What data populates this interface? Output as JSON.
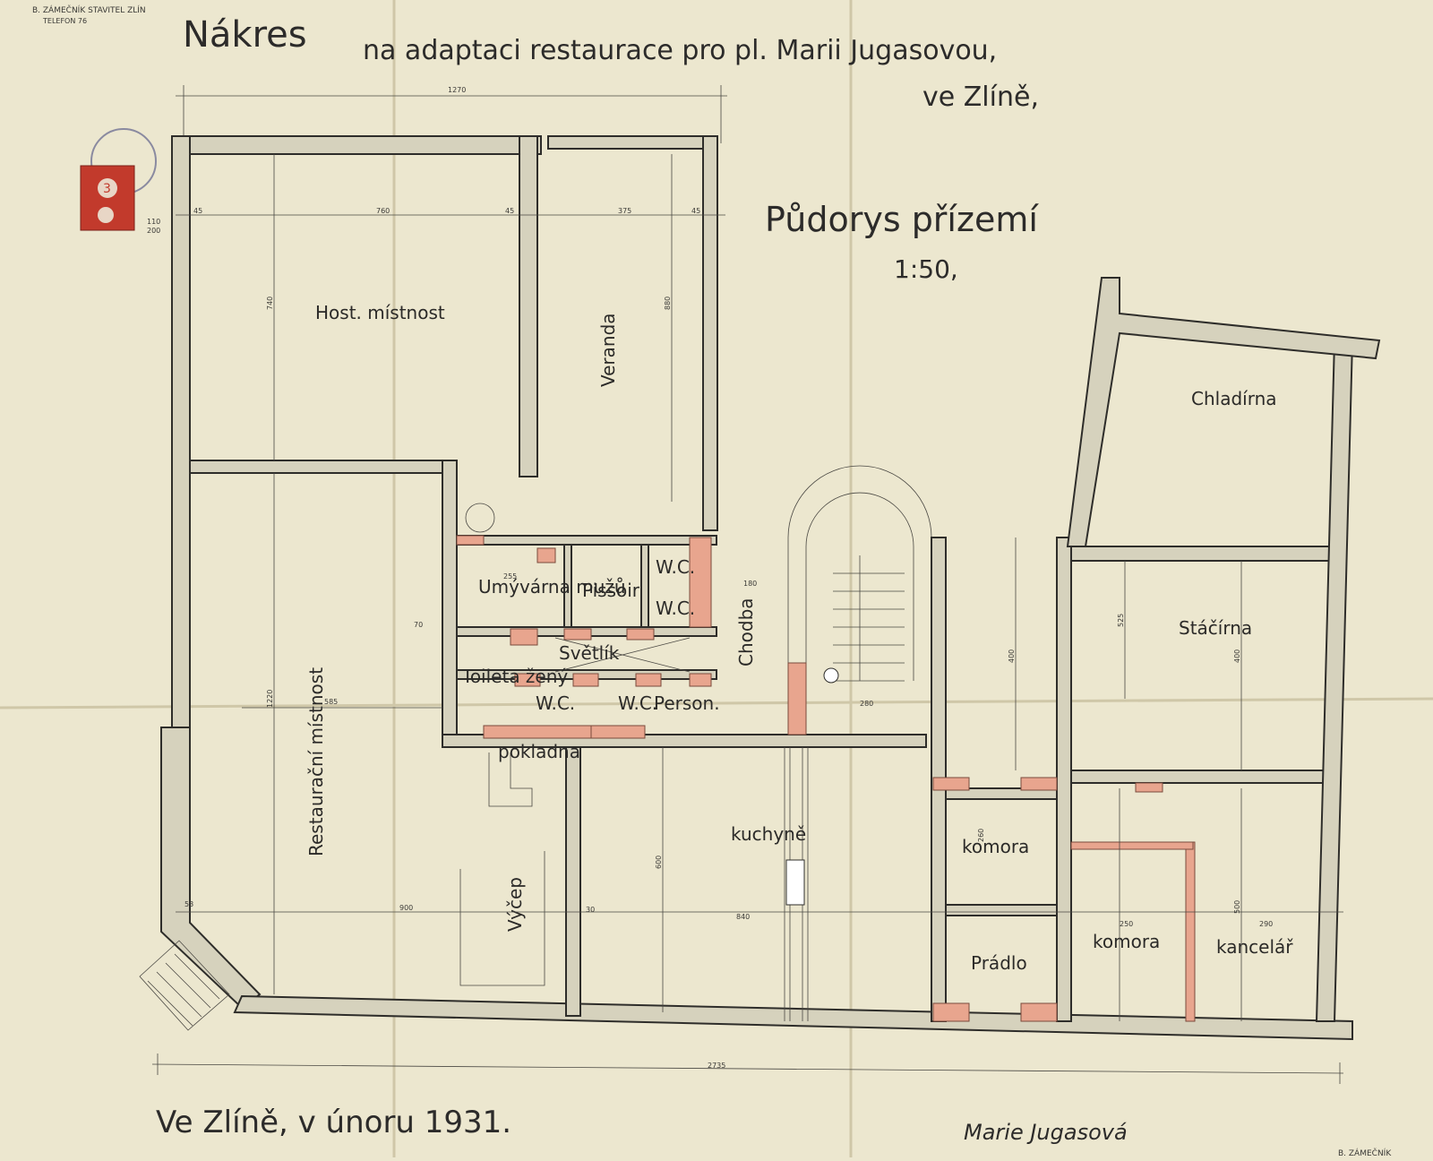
{
  "header": {
    "title": "Nákres",
    "subtitle": "na adaptaci restaurace pro pl. Marii Jugasovou,",
    "place": "ve Zlíně,"
  },
  "stamp_top_left": "B. ZÁMEČNÍK STAVITEL ZLÍN",
  "stamp_top_left_sub": "TELEFON 76",
  "plan": {
    "name": "Půdorys přízemí",
    "scale": "1:50,"
  },
  "rooms": {
    "host_mistnost": "Host. místnost",
    "veranda": "Veranda",
    "restauracni_mistnost": "Restaurační místnost",
    "umyvarna": "Umývárna mužů",
    "pissoir": "Pissoir",
    "wc1": "W.C.",
    "wc2": "W.C.",
    "svetlik": "Světlík",
    "toileta": "Toileta žený",
    "wc3": "W.C.",
    "wc4": "W.C.",
    "person": "Person.",
    "chodba": "Chodba",
    "pokladna": "pokladna",
    "vycep": "Výčep",
    "kuchyne": "kuchyně",
    "chladirna": "Chladírna",
    "stacirna": "Stáčírna",
    "komora1": "komora",
    "pradlo": "Prádlo",
    "komora2": "komora",
    "kancelar": "kancelář"
  },
  "dimensions": {
    "top_total": "1270",
    "bottom_total": "2735",
    "d760": "760",
    "d375": "375",
    "d45a": "45",
    "d45b": "45",
    "d45c": "45",
    "d740": "740",
    "d880": "880",
    "d1220": "1220",
    "d585": "585",
    "d900": "900",
    "d840": "840",
    "d600": "600",
    "d400": "400",
    "d400b": "400",
    "d525": "525",
    "d500": "500",
    "d280": "280",
    "d180": "180",
    "d255": "255",
    "d260": "260",
    "d250": "250",
    "d290": "290",
    "d30": "30",
    "d53": "53",
    "w110": "110",
    "w200": "200",
    "w70": "70"
  },
  "footer": {
    "place_date": "Ve Zlíně, v únoru 1931.",
    "signature": "Marie Jugasová"
  },
  "stamp_bottom_right": "B. ZÁMEČNÍK",
  "revenue_stamp": "3",
  "colors": {
    "paper": "#ece7cf",
    "ink": "#2c2b2a",
    "new_masonry": "#e8a58e",
    "stamp_red": "#c23a2c"
  }
}
